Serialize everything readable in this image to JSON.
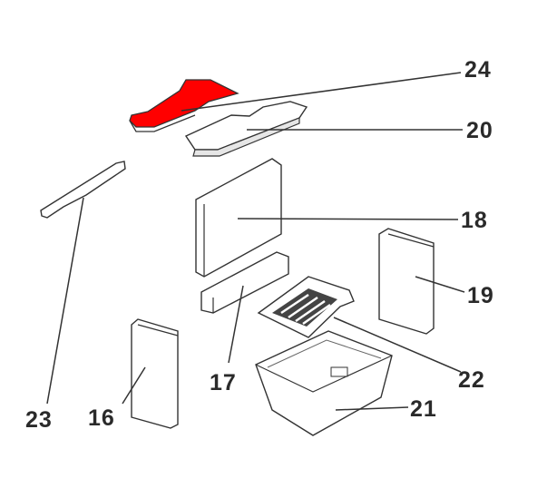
{
  "diagram": {
    "highlight_color": "#ff0000",
    "highlighted_part": "24",
    "parts": [
      {
        "id": "p24",
        "label": "24"
      },
      {
        "id": "p20",
        "label": "20"
      },
      {
        "id": "p18",
        "label": "18"
      },
      {
        "id": "p19",
        "label": "19"
      },
      {
        "id": "p22",
        "label": "22"
      },
      {
        "id": "p21",
        "label": "21"
      },
      {
        "id": "p17",
        "label": "17"
      },
      {
        "id": "p16",
        "label": "16"
      },
      {
        "id": "p23",
        "label": "23"
      }
    ]
  }
}
